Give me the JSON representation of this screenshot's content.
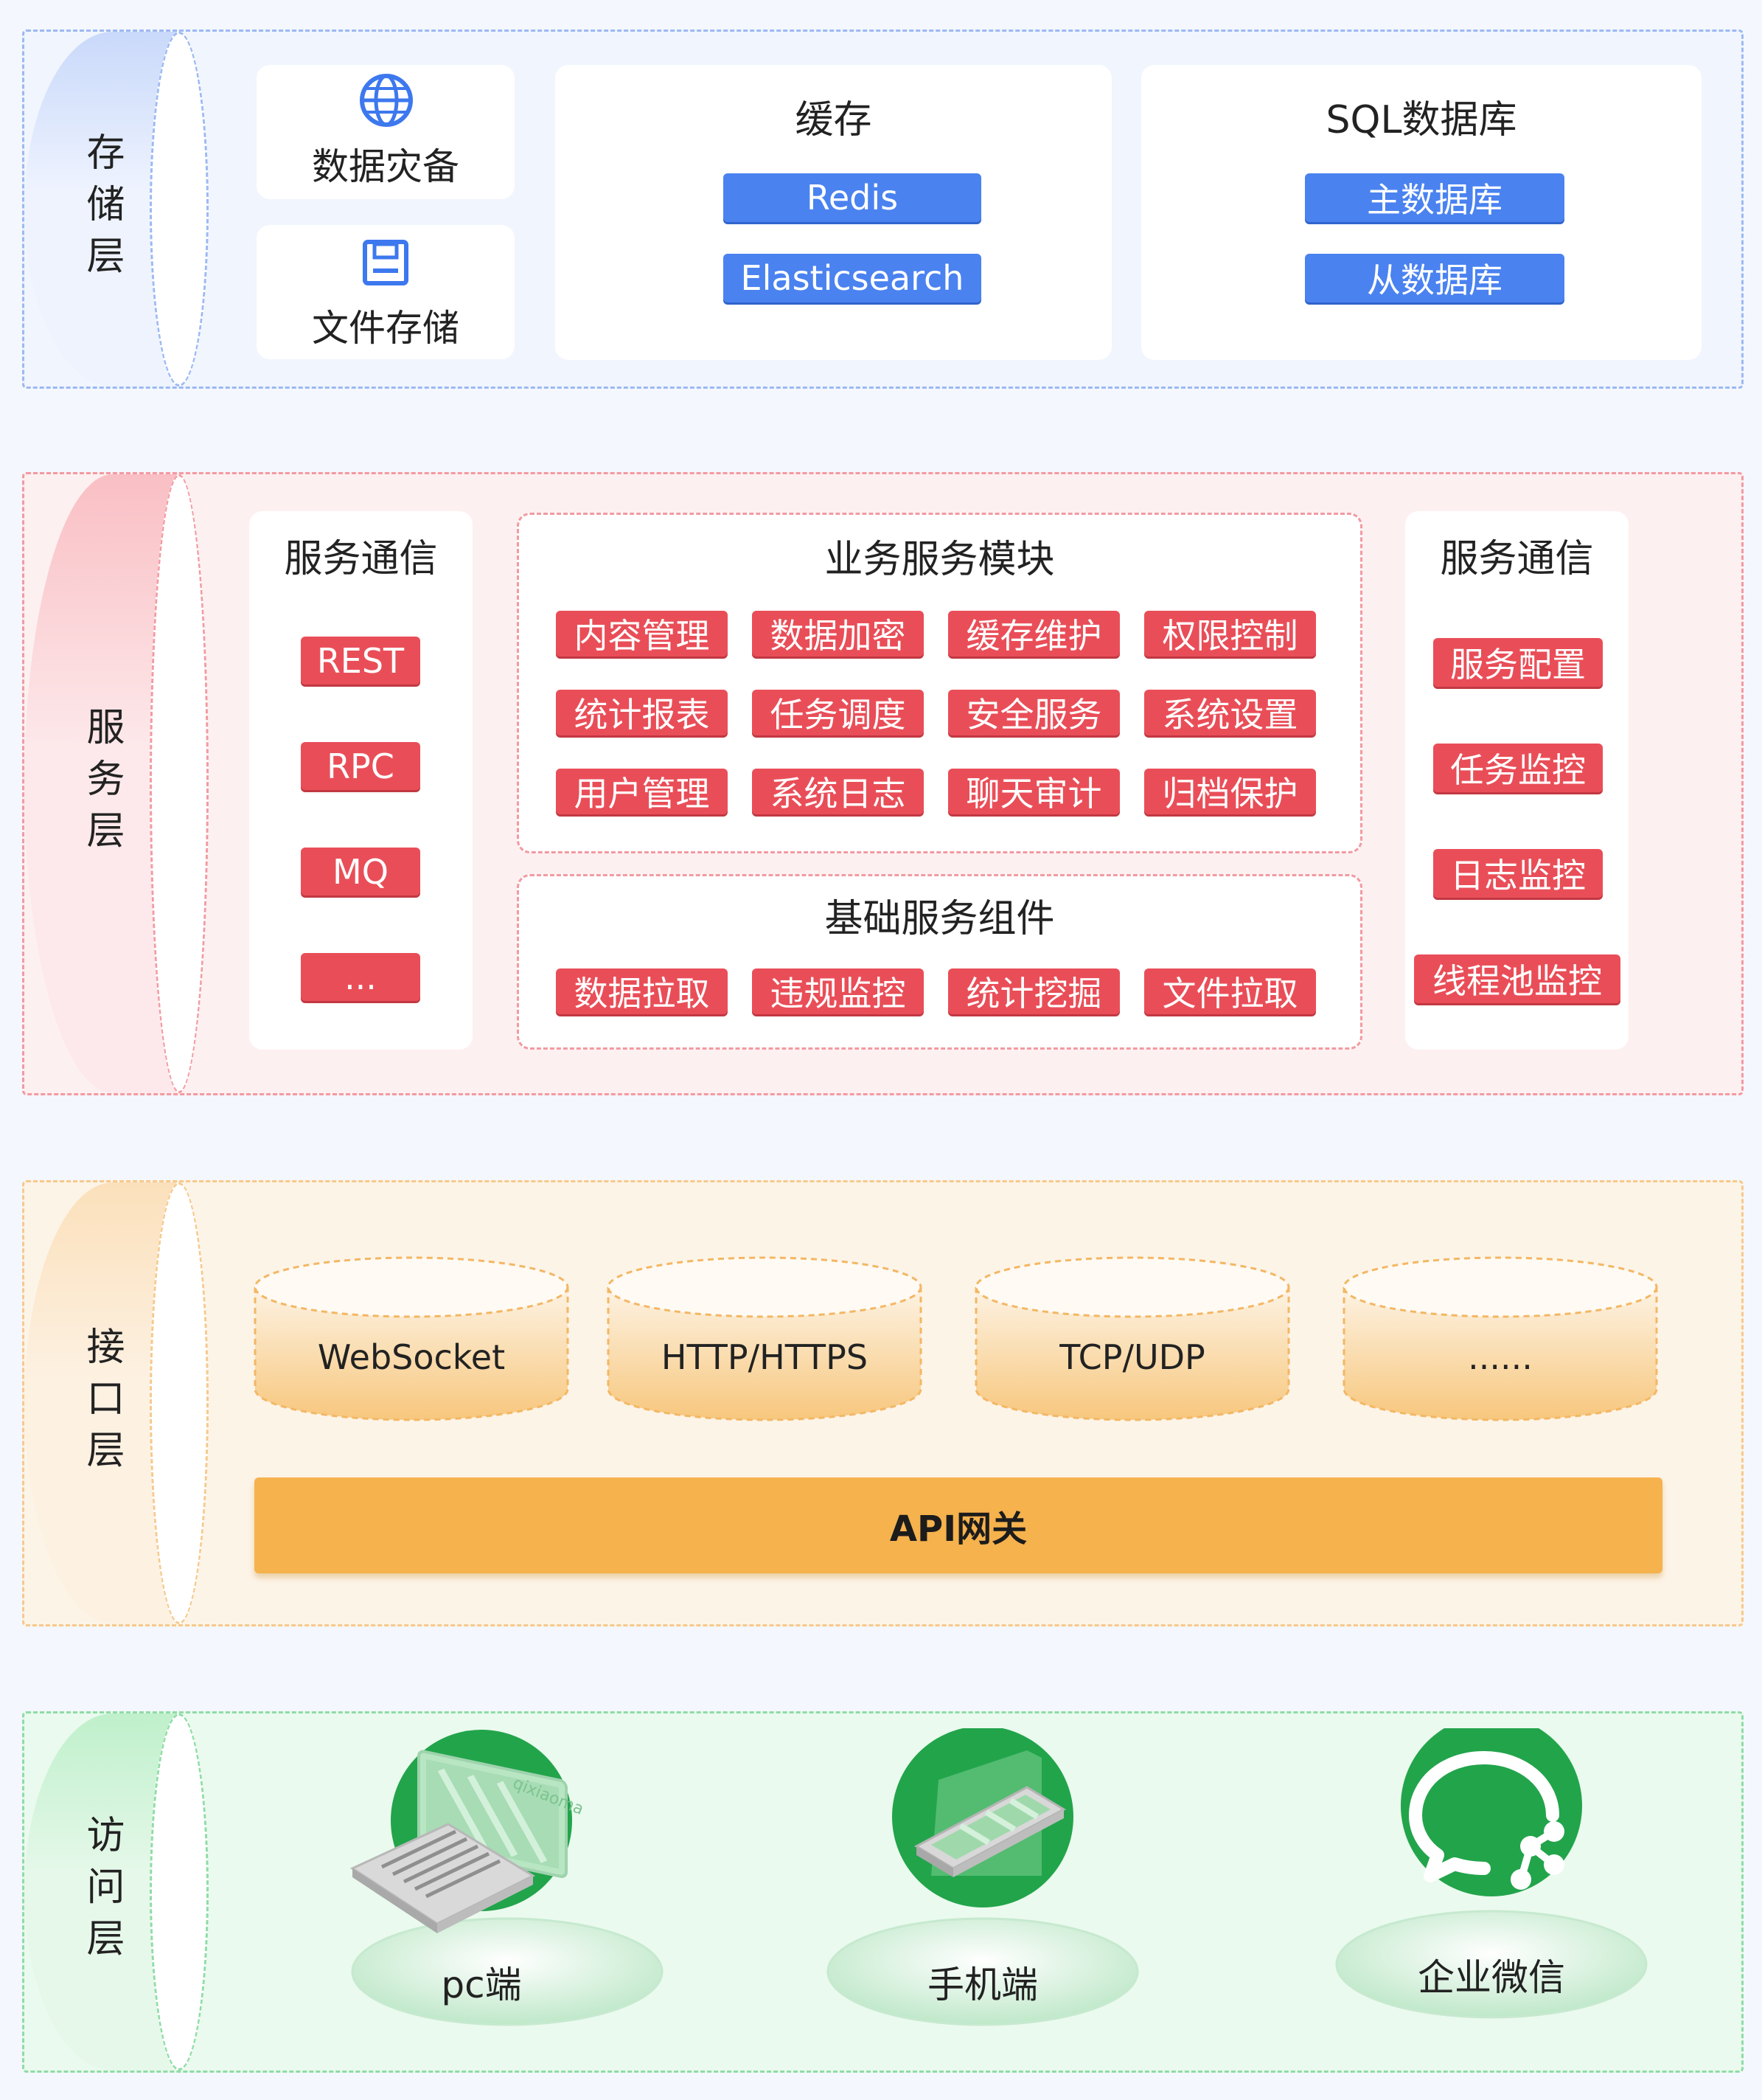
{
  "storage_layer": {
    "label": "存储层",
    "disaster_backup": "数据灾备",
    "file_storage": "文件存储",
    "cache": {
      "title": "缓存",
      "items": [
        "Redis",
        "Elasticsearch"
      ]
    },
    "sql": {
      "title": "SQL数据库",
      "items": [
        "主数据库",
        "从数据库"
      ]
    }
  },
  "service_layer": {
    "label": "服务层",
    "comm_left": {
      "title": "服务通信",
      "items": [
        "REST",
        "RPC",
        "MQ",
        "..."
      ]
    },
    "business": {
      "title": "业务服务模块",
      "rows": [
        [
          "内容管理",
          "数据加密",
          "缓存维护",
          "权限控制"
        ],
        [
          "统计报表",
          "任务调度",
          "安全服务",
          "系统设置"
        ],
        [
          "用户管理",
          "系统日志",
          "聊天审计",
          "归档保护"
        ]
      ]
    },
    "basic": {
      "title": "基础服务组件",
      "items": [
        "数据拉取",
        "违规监控",
        "统计挖掘",
        "文件拉取"
      ]
    },
    "comm_right": {
      "title": "服务通信",
      "items": [
        "服务配置",
        "任务监控",
        "日志监控",
        "线程池监控"
      ]
    }
  },
  "interface_layer": {
    "label": "接口层",
    "protocols": [
      "WebSocket",
      "HTTP/HTTPS",
      "TCP/UDP",
      "......"
    ],
    "gateway": "API网关"
  },
  "access_layer": {
    "label": "访问层",
    "clients": [
      {
        "label": "pc端",
        "icon": "laptop-icon",
        "screen_text": "qixiaoma"
      },
      {
        "label": "手机端",
        "icon": "phone-icon"
      },
      {
        "label": "企业微信",
        "icon": "wecom-icon"
      }
    ]
  },
  "colors": {
    "storage": "#e9f0fe",
    "storage_border": "#7ea3ee",
    "service": "#fdecee",
    "service_border": "#f08a92",
    "interface": "#fdf1e2",
    "interface_border": "#f5c17a",
    "access": "#e6f8ea",
    "access_border": "#7fd99a",
    "blue_chip": "#4a82f0",
    "red_chip": "#e94e58",
    "gateway": "#f5b24d",
    "green": "#2daa4f"
  }
}
